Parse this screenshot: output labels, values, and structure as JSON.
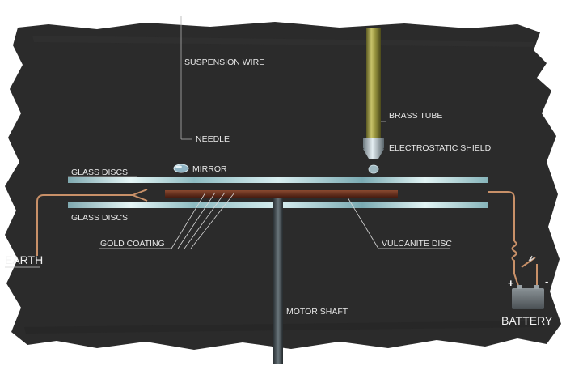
{
  "labels": {
    "suspension_wire": "SUSPENSION WIRE",
    "brass_tube": "BRASS TUBE",
    "needle": "NEEDLE",
    "electrostatic_shield": "ELECTROSTATIC SHIELD",
    "mirror": "MIRROR",
    "glass_discs_top": "GLASS DISCS",
    "glass_discs_bottom": "GLASS DISCS",
    "gold_coating": "GOLD COATING",
    "vulcanite_disc": "VULCANITE DISC",
    "earth": "EARTH",
    "motor_shaft": "MOTOR SHAFT",
    "battery": "BATTERY",
    "plus": "+",
    "minus": "-"
  },
  "colors": {
    "background": "#2a2a2a",
    "label_text": "#e8e8e8",
    "brass": "#9a9a3c",
    "copper": "#b07a4a",
    "vulcanite": "#5a2418",
    "glass": "#9ec9cf"
  }
}
